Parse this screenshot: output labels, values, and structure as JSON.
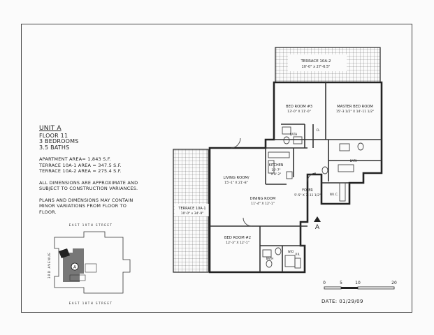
{
  "info": {
    "unit": "UNIT A",
    "floor": "FLOOR 11",
    "bedrooms": "3 BEDROOMS",
    "baths": "3.5 BATHS",
    "areas": [
      "APARTMENT AREA= 1,843 S.F.",
      "TERRACE 10A-1 AREA = 347.5 S.F.",
      "TERRACE 10A-2 AREA = 275.4 S.F."
    ],
    "note1": [
      "ALL DIMENSIONS ARE APPROXIMATE AND",
      "SUBJECT TO CONSTRUCTION VARIANCES."
    ],
    "note2": [
      "PLANS AND DIMENSIONS MAY CONTAIN",
      "MINOR VARIATIONS FROM FLOOR TO",
      "FLOOR."
    ]
  },
  "rooms": {
    "terrace2": {
      "name": "TERRACE 10A-2",
      "dims": "10'-0\" x 27'-6.5\""
    },
    "bed3": {
      "name": "BED ROOM #3",
      "dims": "13'-0\" X 11'-0\""
    },
    "master": {
      "name": "MASTER BED ROOM",
      "dims": "15'-3 1/2\" X 14'-11 1/2\""
    },
    "living": {
      "name": "LIVING ROOM/",
      "dims": "15'-1\" X 21'-8\""
    },
    "kitchen": {
      "name": "KITCHEN",
      "dims1": "10'-7\"",
      "dims2": "X 8'-2\""
    },
    "dining": {
      "name": "DINING ROOM",
      "dims": "11'-4\" X 12'-1\""
    },
    "foyer": {
      "name": "FOYER",
      "dims": "5'-5\" X 7'-11 1/2\""
    },
    "terrace1": {
      "name": "TERRACE 10A-1",
      "dims": "10'-0\" x 34'-9\""
    },
    "bed2": {
      "name": "BED ROOM #2",
      "dims": "12'-3\" X 12'-1\""
    },
    "bath": "BATH",
    "wic": "W.I.C.",
    "cl": "CL",
    "wd": "W/D",
    "pr": "P.R."
  },
  "marker": "A",
  "keyplan": {
    "north_street": "EAST 19TH STREET",
    "south_street": "EAST 18TH STREET",
    "west_avenue": "3RD AVENUE",
    "unit_marker": "A"
  },
  "scale": {
    "ticks": [
      "0",
      "5",
      "10",
      "20"
    ]
  },
  "date": "DATE:  01/29/09"
}
